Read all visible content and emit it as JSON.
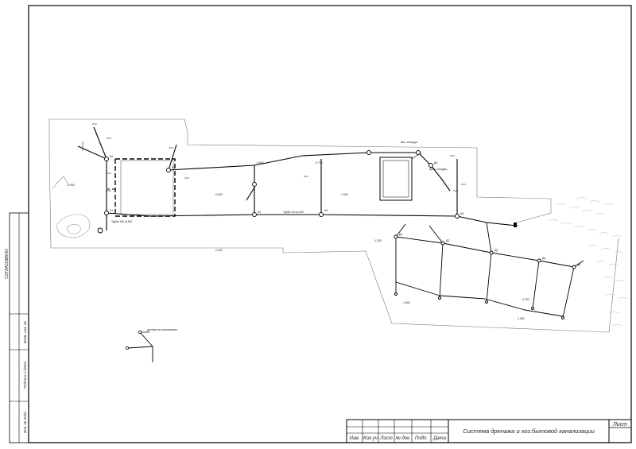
{
  "sheet": {
    "title": "Система дренажа и хоз.бытовой канализации",
    "sheet_label": "Лист",
    "approved_label": "СОГЛАСОВАНО",
    "side_labels": [
      "Взам. инв. №",
      "Подпись и дата",
      "Инв. № подл."
    ],
    "stamp_headers": [
      "Изм.",
      "Кол.уч",
      "Лист",
      "№ док.",
      "Подп.",
      "Дата"
    ]
  },
  "legend": {
    "caption": "дренаж не канализации"
  },
  "plan_labels": {
    "wells": [
      "К1",
      "К2",
      "К3",
      "К4",
      "К5",
      "К6",
      "Д1",
      "Д2",
      "Д3",
      "Д4",
      "Д5",
      "Д6"
    ],
    "pipe_notes": [
      "Труба 160 ф 300",
      "Труба 110 ф 500",
      "Врез. колодец",
      "вып. колодца"
    ],
    "levels": [
      "-0.500",
      "-0.600",
      "-0.700",
      "-1.000",
      "-1.200",
      "-1.500",
      "-1.800",
      "-2.000",
      "-0.750",
      "-0.900"
    ]
  }
}
